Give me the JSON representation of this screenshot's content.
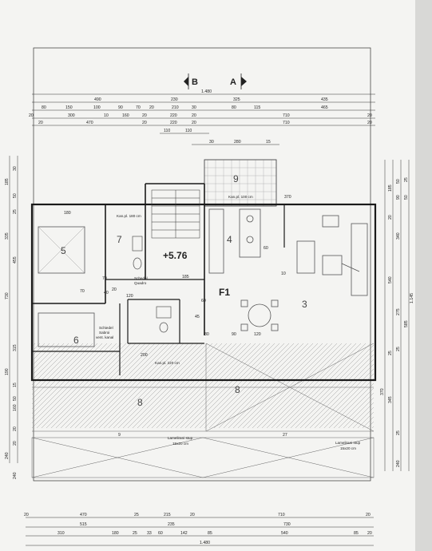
{
  "colors": {
    "paper": "#f4f4f2",
    "ink": "#222222",
    "wall": "#1a1a1a",
    "hatch": "#888888"
  },
  "sections": {
    "left": "B",
    "right": "A"
  },
  "level": "+5.76",
  "axis_label": "F1",
  "rooms": {
    "r3": "3",
    "r4": "4",
    "r5": "5",
    "r6": "6",
    "r7": "7",
    "r8a": "8",
    "r8b": "8",
    "r9": "9"
  },
  "labels": {
    "schedel_top_1": "Schedel",
    "schedel_top_2": "Quadro",
    "schedel_mid_1": "Schiedel",
    "schedel_mid_2": "Sabroi",
    "schedel_mid_3": "vent. kanal",
    "kanal_top": "Kan.pl. 180 cm",
    "kanal_mid": "Kan.pl. 220 cm",
    "kanal_r9": "Kan.pl. 100 cm",
    "stup_left_1": "Lamelirani stup",
    "stup_left_2": "15x20 cm",
    "stup_right_1": "Lamelirani stup",
    "stup_right_2": "15x20 cm"
  },
  "dims": {
    "top": {
      "t1": "1.480",
      "t2a": "490",
      "t2b": "230",
      "t2c": "325",
      "t2d": "435",
      "t3a": "80",
      "t3b": "150",
      "t3c": "100",
      "t3d": "90",
      "t3e": "70",
      "t3f": "20",
      "t3g": "210",
      "t3h": "30",
      "t3i": "80",
      "t3j": "115",
      "t3k": "465",
      "t4a": "20",
      "t4b": "300",
      "t4c": "10",
      "t4d": "160",
      "t4e": "20",
      "t4f": "220",
      "t4g": "20",
      "t4h": "710",
      "t4i": "20",
      "t5a": "20",
      "t5b": "470",
      "t5c": "20",
      "t5d": "220",
      "t5e": "20",
      "t5f": "710",
      "t5g": "20",
      "t6a": "110",
      "t6b": "110",
      "t7a": "30",
      "t7b": "280",
      "t7c": "15"
    },
    "bottom": {
      "b1a": "20",
      "b1b": "470",
      "b1c": "25",
      "b1d": "215",
      "b1e": "20",
      "b1f": "710",
      "b1g": "20",
      "b2a": "515",
      "b2b": "235",
      "b2c": "730",
      "b3a": "310",
      "b3b": "180",
      "b3c": "25",
      "b3d": "33",
      "b3e": "60",
      "b3f": "142",
      "b3g": "85",
      "b3h": "540",
      "b3i": "85",
      "b3j": "20",
      "b4": "1.480"
    },
    "left": {
      "l1": "185",
      "l2": "50",
      "l3": "455",
      "l4": "315",
      "l5": "160",
      "l6": "240",
      "l7": "730",
      "l8": "30",
      "l9": "25",
      "l10": "190",
      "l11": "15",
      "l12": "20",
      "l13": "50",
      "l14": "335",
      "l15": "20",
      "l16": "240"
    },
    "right": {
      "r1": "185",
      "r2": "50",
      "r3": "25",
      "r4": "90",
      "r5": "50",
      "r6": "340",
      "r7": "540",
      "r8": "275",
      "r9": "585",
      "r10": "20",
      "r11": "25",
      "r12": "25",
      "r13": "370",
      "r14": "345",
      "r15": "25",
      "r16": "240",
      "r17": "1.145"
    },
    "inner": {
      "i1": "180",
      "i2": "70",
      "i3": "20",
      "i4": "185",
      "i5": "40",
      "i6": "70",
      "i7": "120",
      "i8": "60",
      "i9": "45",
      "i10": "80",
      "i11": "90",
      "i12": "120",
      "i13": "200",
      "i14": "60",
      "i15": "10",
      "i16": "370",
      "i17": "27",
      "i18": "9"
    }
  }
}
